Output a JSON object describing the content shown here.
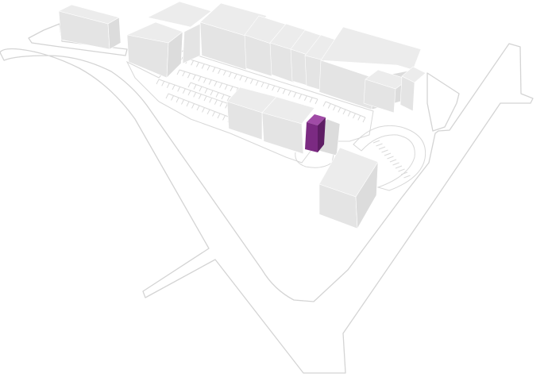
{
  "colors": {
    "background": "#ffffff",
    "road_outline": "#d4d4d4",
    "building_top": "#ececec",
    "building_left": "#e4e4e4",
    "building_right": "#dcdcdc",
    "highlight_front": "#7b2a82",
    "highlight_top": "#a04ba6",
    "highlight_side": "#5e1d64"
  },
  "buildings": [
    {
      "id": "nw-block",
      "role": "building",
      "highlighted": false
    },
    {
      "id": "west-wing",
      "role": "building",
      "highlighted": false
    },
    {
      "id": "north-row",
      "role": "building",
      "highlighted": false
    },
    {
      "id": "northeast-block",
      "role": "building",
      "highlighted": false
    },
    {
      "id": "central-block",
      "role": "building",
      "highlighted": false
    },
    {
      "id": "selected-unit",
      "role": "building",
      "highlighted": true
    },
    {
      "id": "southeast-tower",
      "role": "building",
      "highlighted": false
    }
  ]
}
